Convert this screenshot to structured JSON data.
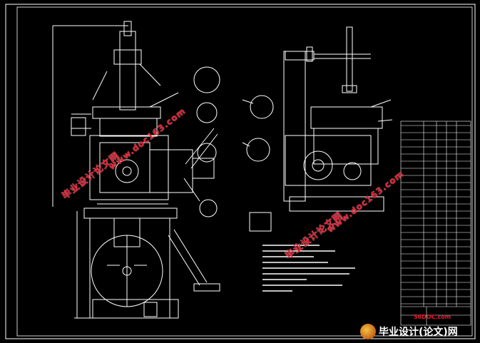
{
  "watermarks": {
    "cn_site": "毕业设计论文网",
    "url": "www.doc163.com",
    "site_mark": "56DOC.com"
  },
  "footer": {
    "logo_text": "毕业设计(论文)网"
  },
  "colors": {
    "background": "#000000",
    "lines": "#ffffff",
    "watermark": "#e8192c"
  }
}
